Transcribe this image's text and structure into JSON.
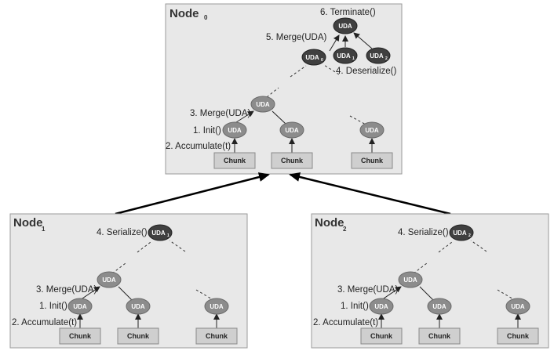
{
  "nodes": {
    "node0": {
      "title": "Node",
      "sub": "0",
      "terminate": "6. Terminate()",
      "merge_top": "5. Merge(UDA)",
      "deserialize": "4. Deserialize()",
      "merge_local": "3. Merge(UDA)",
      "init": "1. Init()",
      "accumulate": "2. Accumulate(t)"
    },
    "node1": {
      "title": "Node",
      "sub": "1",
      "serialize": "4. Serialize()",
      "merge_local": "3. Merge(UDA)",
      "init": "1. Init()",
      "accumulate": "2. Accumulate(t)"
    },
    "node2": {
      "title": "Node",
      "sub": "2",
      "serialize": "4. Serialize()",
      "merge_local": "3. Merge(UDA)",
      "init": "1. Init()",
      "accumulate": "2. Accumulate(t)"
    }
  },
  "uda": {
    "label": "UDA",
    "sub_0": "0",
    "sub_1": "1",
    "sub_2": "2"
  },
  "chunk": {
    "label": "Chunk"
  }
}
